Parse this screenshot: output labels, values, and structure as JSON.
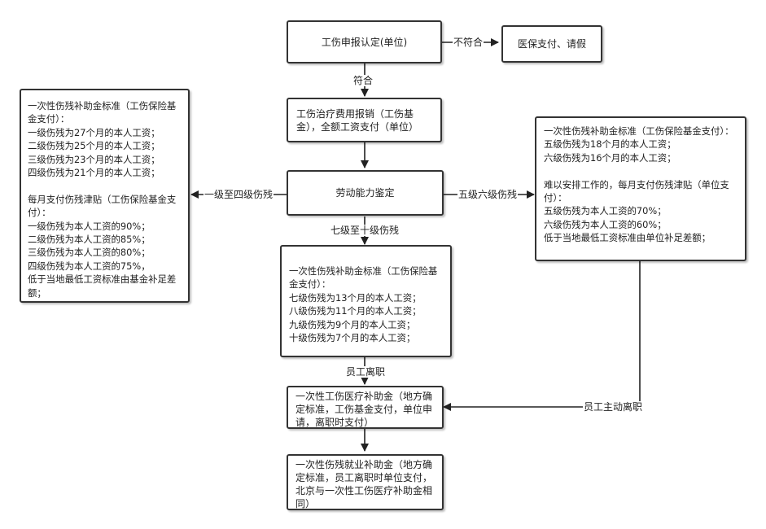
{
  "nodes": {
    "apply": "工伤申报认定(单位)",
    "reject": "医保支付、请假",
    "treatment": "工伤治疗费用报销（工伤基金），全额工资支付（单位）",
    "assess": "劳动能力鉴定",
    "grade1_4": "一次性伤残补助金标准（工伤保险基金支付）：\n一级伤残为27个月的本人工资；\n二级伤残为25个月的本人工资；\n三级伤残为23个月的本人工资；\n四级伤残为21个月的本人工资；\n\n每月支付伤残津贴（工伤保险基金支付）：\n一级伤残为本人工资的90%；\n二级伤残为本人工资的85%；\n三级伤残为本人工资的80%；\n四级伤残为本人工资的75%，\n低于当地最低工资标准由基金补足差额；",
    "grade5_6": "一次性伤残补助金标准（工伤保险基金支付）：\n五级伤残为18个月的本人工资；\n六级伤残为16个月的本人工资；\n\n难以安排工作的，每月支付伤残津贴（单位支付）：\n五级伤残为本人工资的70%；\n六级伤残为本人工资的60%；\n低于当地最低工资标准由单位补足差额；",
    "grade7_10": "一次性伤残补助金标准（工伤保险基金支付）：\n七级伤残为13个月的本人工资；\n八级伤残为11个月的本人工资；\n九级伤残为9个月的本人工资；\n十级伤残为7个月的本人工资；",
    "medical": "一次性工伤医疗补助金（地方确定标准，工伤基金支付，单位申请，离职时支付）",
    "employment": "一次性伤残就业补助金（地方确定标准，员工离职时单位支付，北京与一次性工伤医疗补助金相同）"
  },
  "edges": {
    "not_match": "不符合",
    "match": "符合",
    "grade1_4": "一级至四级伤残",
    "grade5_6": "五级六级伤残",
    "grade7_10": "七级至十级伤残",
    "resign": "员工离职",
    "voluntary_resign": "员工主动离职"
  }
}
